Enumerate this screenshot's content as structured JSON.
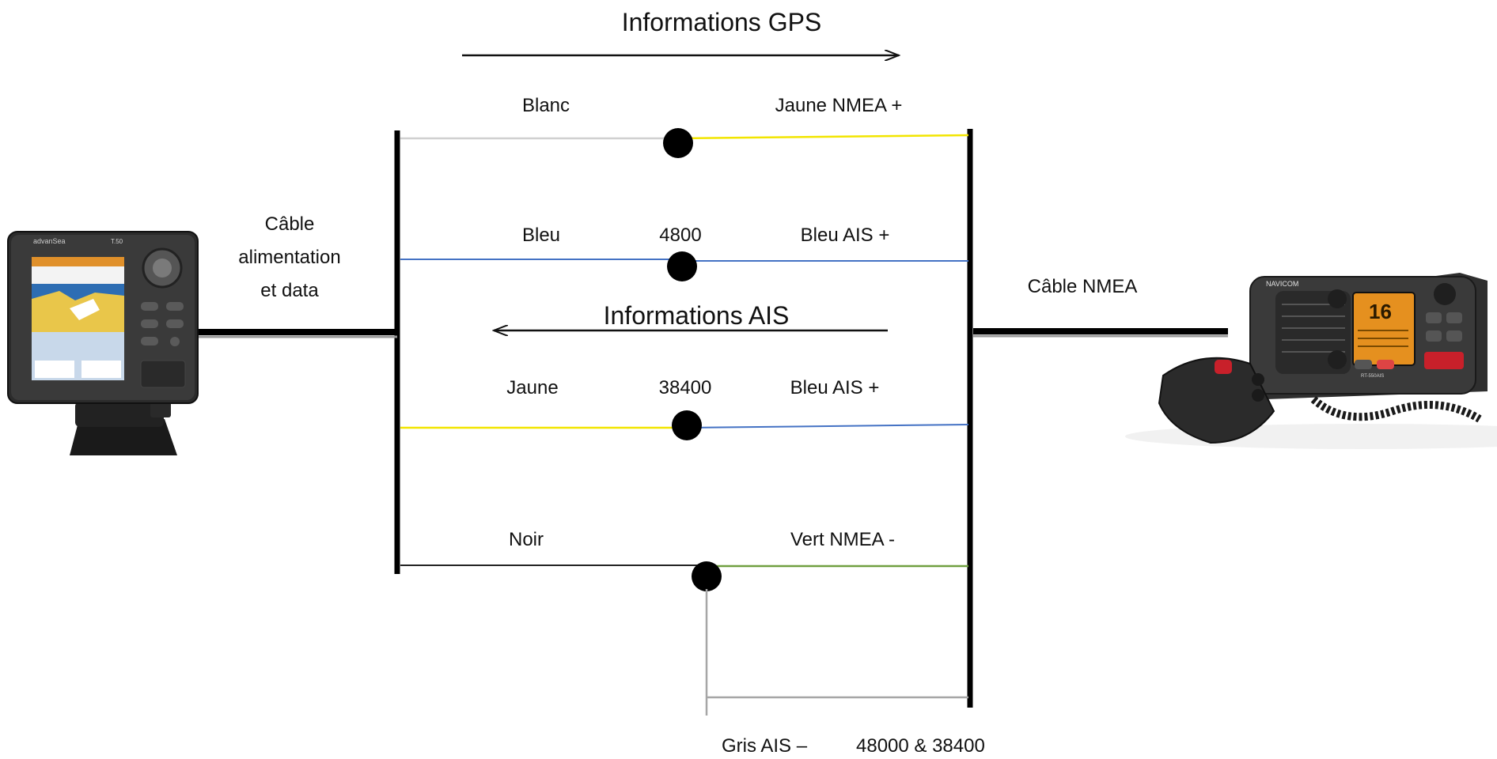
{
  "title_gps": "Informations GPS",
  "title_ais": "Informations AIS",
  "left_cable": "Câble\nalimentation\net data",
  "right_cable": "Câble NMEA",
  "gps_brand": "advanSea",
  "gps_model": "T.50",
  "gps_icon": "gps-chartplotter-icon",
  "vhf_brand": "NAVICOM",
  "vhf_model": "RT-550AIS",
  "vhf_channel": "16",
  "vhf_icon": "vhf-radio-icon",
  "wires": {
    "row1": {
      "left": "Blanc",
      "right": "Jaune NMEA +",
      "left_color": "#d0d0d0",
      "right_color": "#f2e500"
    },
    "row2": {
      "left": "Bleu",
      "baud": "4800",
      "right": "Bleu AIS +",
      "left_color": "#4472c4",
      "right_color": "#4472c4"
    },
    "row3": {
      "left": "Jaune",
      "baud": "38400",
      "right": "Bleu AIS +",
      "left_color": "#f2e500",
      "right_color": "#4472c4"
    },
    "row4": {
      "left": "Noir",
      "right": "Vert NMEA  -",
      "left_color": "#222222",
      "right_color": "#70a040"
    },
    "gray": {
      "label": "Gris AIS –",
      "baud": "48000 & 38400",
      "color": "#a6a6a6"
    }
  }
}
